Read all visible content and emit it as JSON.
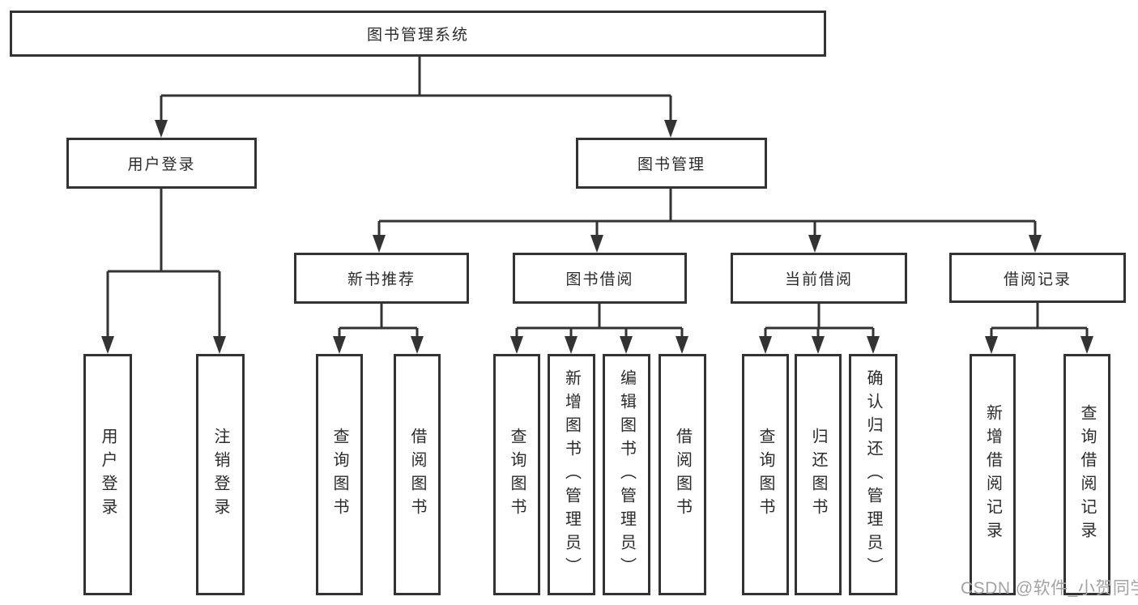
{
  "tree": {
    "label": "图书管理系统",
    "children": [
      {
        "label": "用户登录",
        "children": [
          {
            "label": "用户登录"
          },
          {
            "label": "注销登录"
          }
        ]
      },
      {
        "label": "图书管理",
        "children": [
          {
            "label": "新书推荐",
            "children": [
              {
                "label": "查询图书"
              },
              {
                "label": "借阅图书"
              }
            ]
          },
          {
            "label": "图书借阅",
            "children": [
              {
                "label": "查询图书"
              },
              {
                "label": "新增图书（管理员）"
              },
              {
                "label": "编辑图书（管理员）"
              },
              {
                "label": "借阅图书"
              }
            ]
          },
          {
            "label": "当前借阅",
            "children": [
              {
                "label": "查询图书"
              },
              {
                "label": "归还图书"
              },
              {
                "label": "确认归还（管理员）"
              }
            ]
          },
          {
            "label": "借阅记录",
            "children": [
              {
                "label": "新增借阅记录"
              },
              {
                "label": "查询借阅记录"
              }
            ]
          }
        ]
      }
    ]
  },
  "watermark": "CSDN @软件_小贺同学",
  "colors": {
    "line": "#333333",
    "box_border": "#333333",
    "box_fill": "#ffffff",
    "text": "#2b2b2b",
    "watermark": "#a3a3a3",
    "background": "#ffffff"
  }
}
